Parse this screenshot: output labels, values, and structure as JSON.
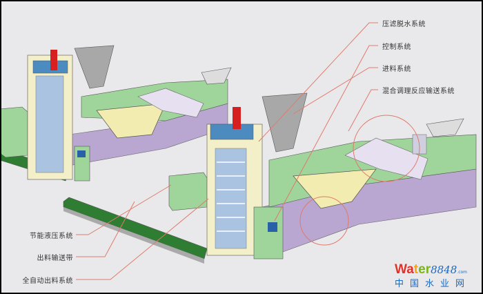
{
  "labels_right": [
    "压滤脱水系统",
    "控制系统",
    "进料系统",
    "混合调理反应输送系统"
  ],
  "labels_left": [
    "节能液压系统",
    "出料输送带",
    "全自动出料系统"
  ],
  "logo": {
    "part1": "Wa",
    "part2": "t",
    "part3": "er",
    "number": "8848",
    "suffix": ".com",
    "subtitle": "中国水业网"
  },
  "colors": {
    "leader": "#e07a6a",
    "tower": "#f3efc8",
    "base": "#b9a6d1",
    "green": "#9fd49a",
    "belt": "#2e7d32",
    "trough": "#f3ecb0"
  }
}
